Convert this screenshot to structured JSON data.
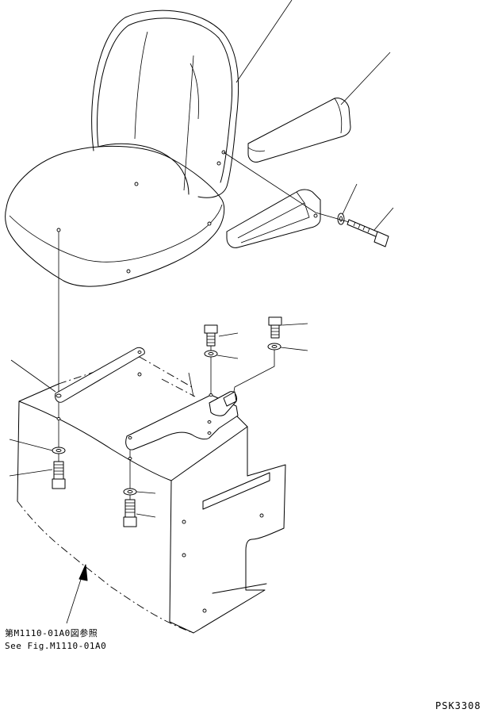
{
  "figure": {
    "reference_japanese": "第M1110-01A0図参照",
    "reference_english": "See Fig.M1110-01A0",
    "drawing_code": "PSK3308"
  }
}
